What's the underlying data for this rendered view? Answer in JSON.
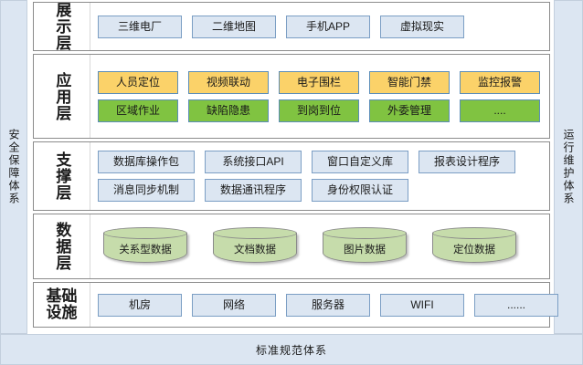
{
  "rails": {
    "left": {
      "text": "安全保障体系"
    },
    "right": {
      "text": "运行维护体系"
    }
  },
  "bottom_bar": {
    "text": "标准规范体系"
  },
  "colors": {
    "rail_fill": "#dce6f2",
    "blue_fill": "#dce6f2",
    "blue_border": "#7b9ec4",
    "gold_fill": "#fbd269",
    "green_fill": "#80c341",
    "node_border_accent": "#5b8db8",
    "cylinder_fill": "#c6dcab",
    "cylinder_border": "#8a8a8a",
    "layer_border": "#8c8c8c"
  },
  "layers": [
    {
      "key": "presentation",
      "label": "展示层",
      "rows": [
        {
          "nodes": [
            {
              "text": "三维电厂",
              "style": "blue"
            },
            {
              "text": "二维地图",
              "style": "blue"
            },
            {
              "text": "手机APP",
              "style": "blue"
            },
            {
              "text": "虚拟现实",
              "style": "blue"
            }
          ]
        }
      ]
    },
    {
      "key": "application",
      "label": "应用层",
      "rows": [
        {
          "nodes": [
            {
              "text": "人员定位",
              "style": "gold"
            },
            {
              "text": "视频联动",
              "style": "gold"
            },
            {
              "text": "电子围栏",
              "style": "gold"
            },
            {
              "text": "智能门禁",
              "style": "gold"
            },
            {
              "text": "监控报警",
              "style": "gold"
            }
          ]
        },
        {
          "nodes": [
            {
              "text": "区域作业",
              "style": "green"
            },
            {
              "text": "缺陷隐患",
              "style": "green"
            },
            {
              "text": "到岗到位",
              "style": "green"
            },
            {
              "text": "外委管理",
              "style": "green"
            },
            {
              "text": "....",
              "style": "green"
            }
          ]
        }
      ]
    },
    {
      "key": "support",
      "label": "支撑层",
      "rows": [
        {
          "nodes": [
            {
              "text": "数据库操作包",
              "style": "blue"
            },
            {
              "text": "系统接口API",
              "style": "blue"
            },
            {
              "text": "窗口自定义库",
              "style": "blue"
            },
            {
              "text": "报表设计程序",
              "style": "blue"
            }
          ]
        },
        {
          "nodes": [
            {
              "text": "消息同步机制",
              "style": "blue"
            },
            {
              "text": "数据通讯程序",
              "style": "blue"
            },
            {
              "text": "身份权限认证",
              "style": "blue"
            }
          ]
        }
      ]
    },
    {
      "key": "data",
      "label": "数据层",
      "cylinders": [
        {
          "text": "关系型数据"
        },
        {
          "text": "文档数据"
        },
        {
          "text": "图片数据"
        },
        {
          "text": "定位数据"
        }
      ]
    },
    {
      "key": "infrastructure",
      "label": "基础设施",
      "rows": [
        {
          "nodes": [
            {
              "text": "机房",
              "style": "blue"
            },
            {
              "text": "网络",
              "style": "blue"
            },
            {
              "text": "服务器",
              "style": "blue"
            },
            {
              "text": "WIFI",
              "style": "blue"
            },
            {
              "text": "......",
              "style": "blue"
            }
          ]
        }
      ]
    }
  ]
}
